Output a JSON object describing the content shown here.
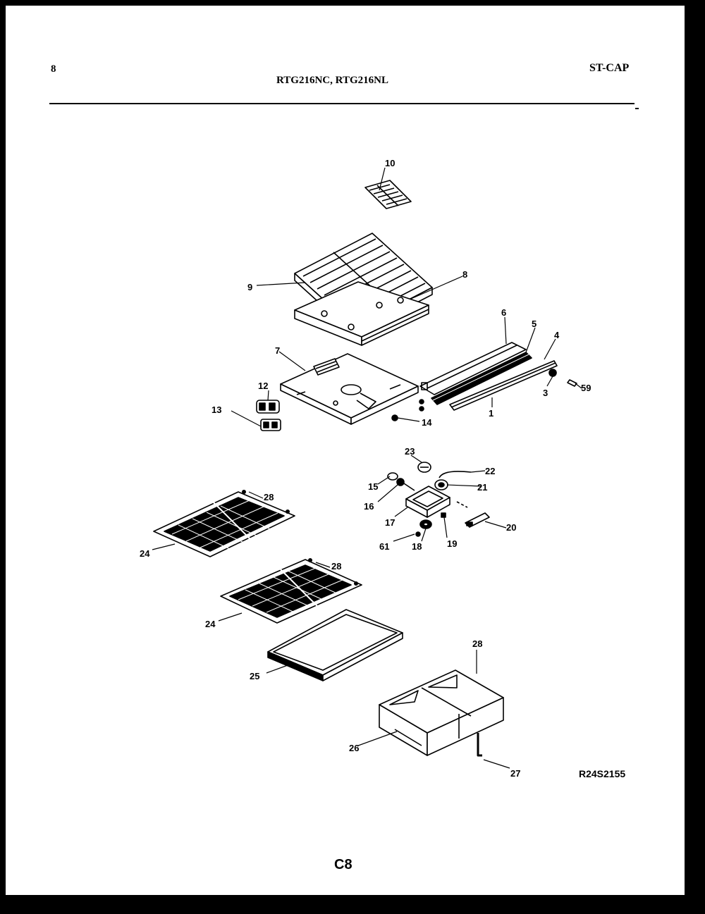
{
  "header": {
    "page_number": "8",
    "models": "RTG216NC, RTG216NL",
    "section": "ST-CAP"
  },
  "footer": {
    "drawing_number": "R24S2155",
    "page_code": "C8"
  },
  "callouts": {
    "c1": "1",
    "c3": "3",
    "c4": "4",
    "c5": "5",
    "c6": "6",
    "c7": "7",
    "c8": "8",
    "c9": "9",
    "c10": "10",
    "c12": "12",
    "c13": "13",
    "c14": "14",
    "c15": "15",
    "c16": "16",
    "c17": "17",
    "c18": "18",
    "c19": "19",
    "c20": "20",
    "c21": "21",
    "c22": "22",
    "c23": "23",
    "c24a": "24",
    "c24b": "24",
    "c25": "25",
    "c26": "26",
    "c27": "27",
    "c28a": "28",
    "c28b": "28",
    "c28c": "28",
    "c59": "59",
    "c61": "61"
  },
  "colors": {
    "ink": "#000000",
    "paper": "#ffffff",
    "border": "#000000"
  }
}
